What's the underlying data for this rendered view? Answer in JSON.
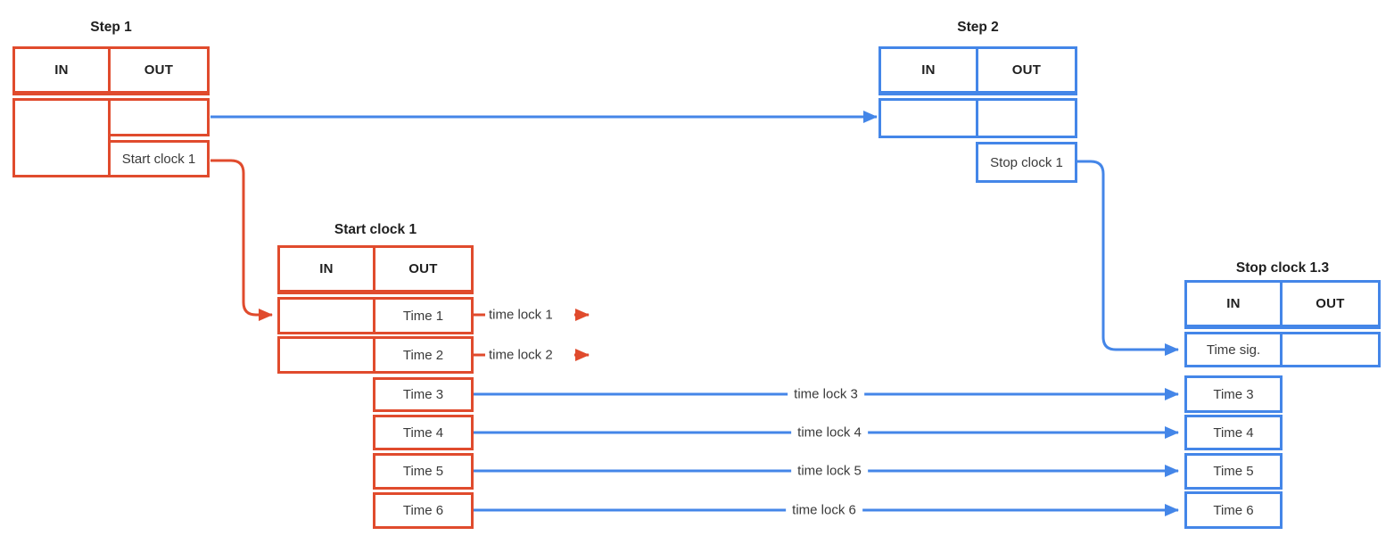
{
  "diagram": {
    "colors": {
      "red": "#E04B2D",
      "blue": "#4486E8"
    },
    "step1": {
      "title": "Step 1",
      "col_in": "IN",
      "col_out": "OUT",
      "out_row2": "Start clock 1"
    },
    "step2": {
      "title": "Step 2",
      "col_in": "IN",
      "col_out": "OUT",
      "out_row2": "Stop clock 1"
    },
    "start_clock": {
      "title": "Start clock 1",
      "col_in": "IN",
      "col_out": "OUT",
      "out_rows": [
        "Time 1",
        "Time 2",
        "Time 3",
        "Time 4",
        "Time 5",
        "Time 6"
      ]
    },
    "stop_clock": {
      "title": "Stop clock 1.3",
      "col_in": "IN",
      "col_out": "OUT",
      "in_rows": [
        "Time sig.",
        "Time 3",
        "Time 4",
        "Time 5",
        "Time 6"
      ]
    },
    "edge_labels": {
      "lock1": "time lock 1",
      "lock2": "time lock 2",
      "lock3": "time lock 3",
      "lock4": "time lock 4",
      "lock5": "time lock 5",
      "lock6": "time lock 6"
    }
  }
}
